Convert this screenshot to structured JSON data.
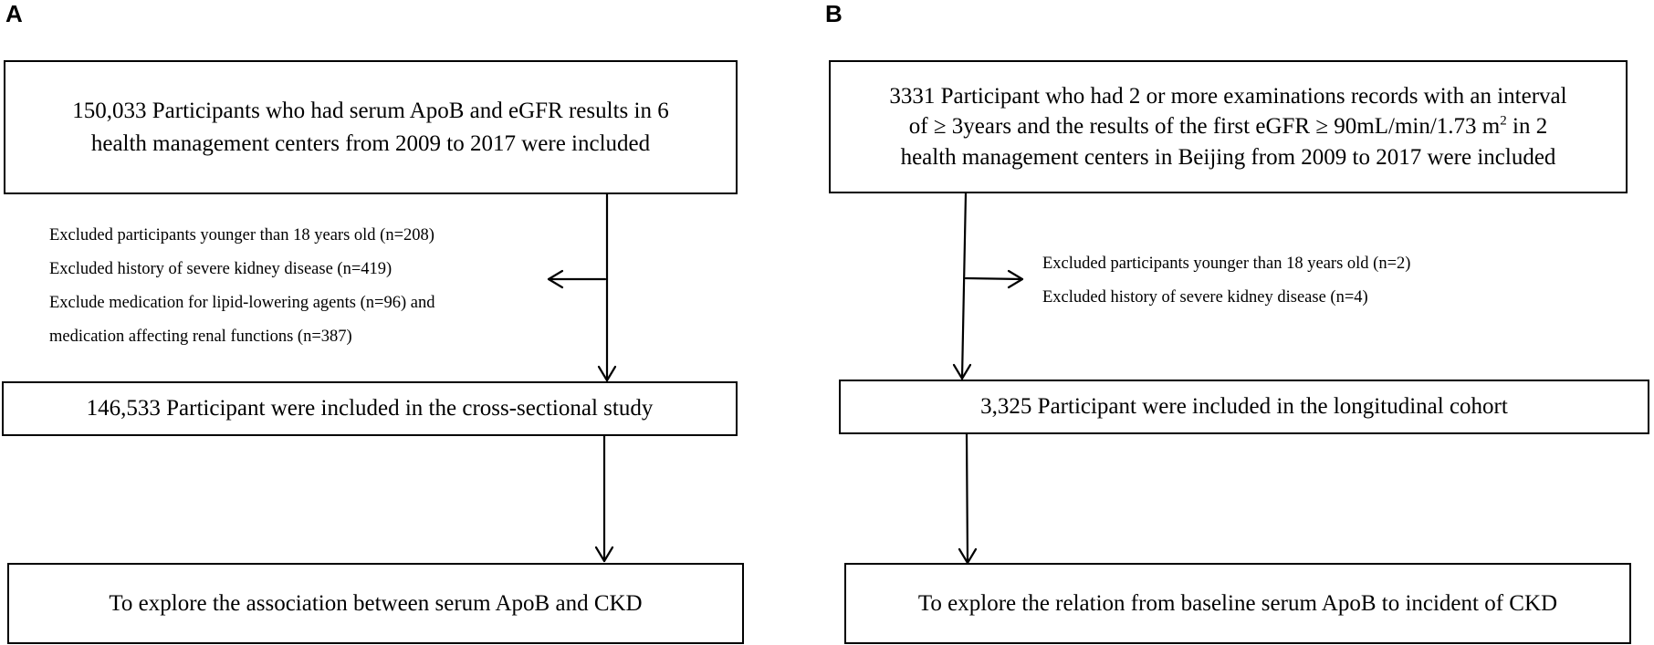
{
  "panel_a": {
    "label": "A",
    "box1": "150,033 Participants who had serum ApoB and eGFR results in 6 health management centers from 2009 to 2017 were included",
    "exclusions": [
      "Excluded participants younger than 18 years old (n=208)",
      "Excluded history of severe kidney disease (n=419)",
      "Exclude medication for lipid-lowering agents (n=96) and",
      "medication affecting renal functions (n=387)"
    ],
    "box2": "146,533 Participant were included in the cross-sectional study",
    "box3": "To explore the association between serum ApoB and CKD"
  },
  "panel_b": {
    "label": "B",
    "box1_line1": "3331 Participant who had 2 or more examinations records with an interval",
    "box1_line2_pre": "of ≥ 3years and the results of the first eGFR ≥ 90mL/min/1.73 m",
    "box1_line2_sup": "2",
    "box1_line2_post": " in 2",
    "box1_line3": "health management centers in Beijing from 2009 to 2017 were included",
    "exclusions": [
      "Excluded participants younger than 18 years old (n=2)",
      "Excluded history of severe kidney disease (n=4)"
    ],
    "box2": "3,325 Participant were included in the longitudinal cohort",
    "box3": "To explore the relation from baseline serum ApoB to incident of CKD"
  }
}
